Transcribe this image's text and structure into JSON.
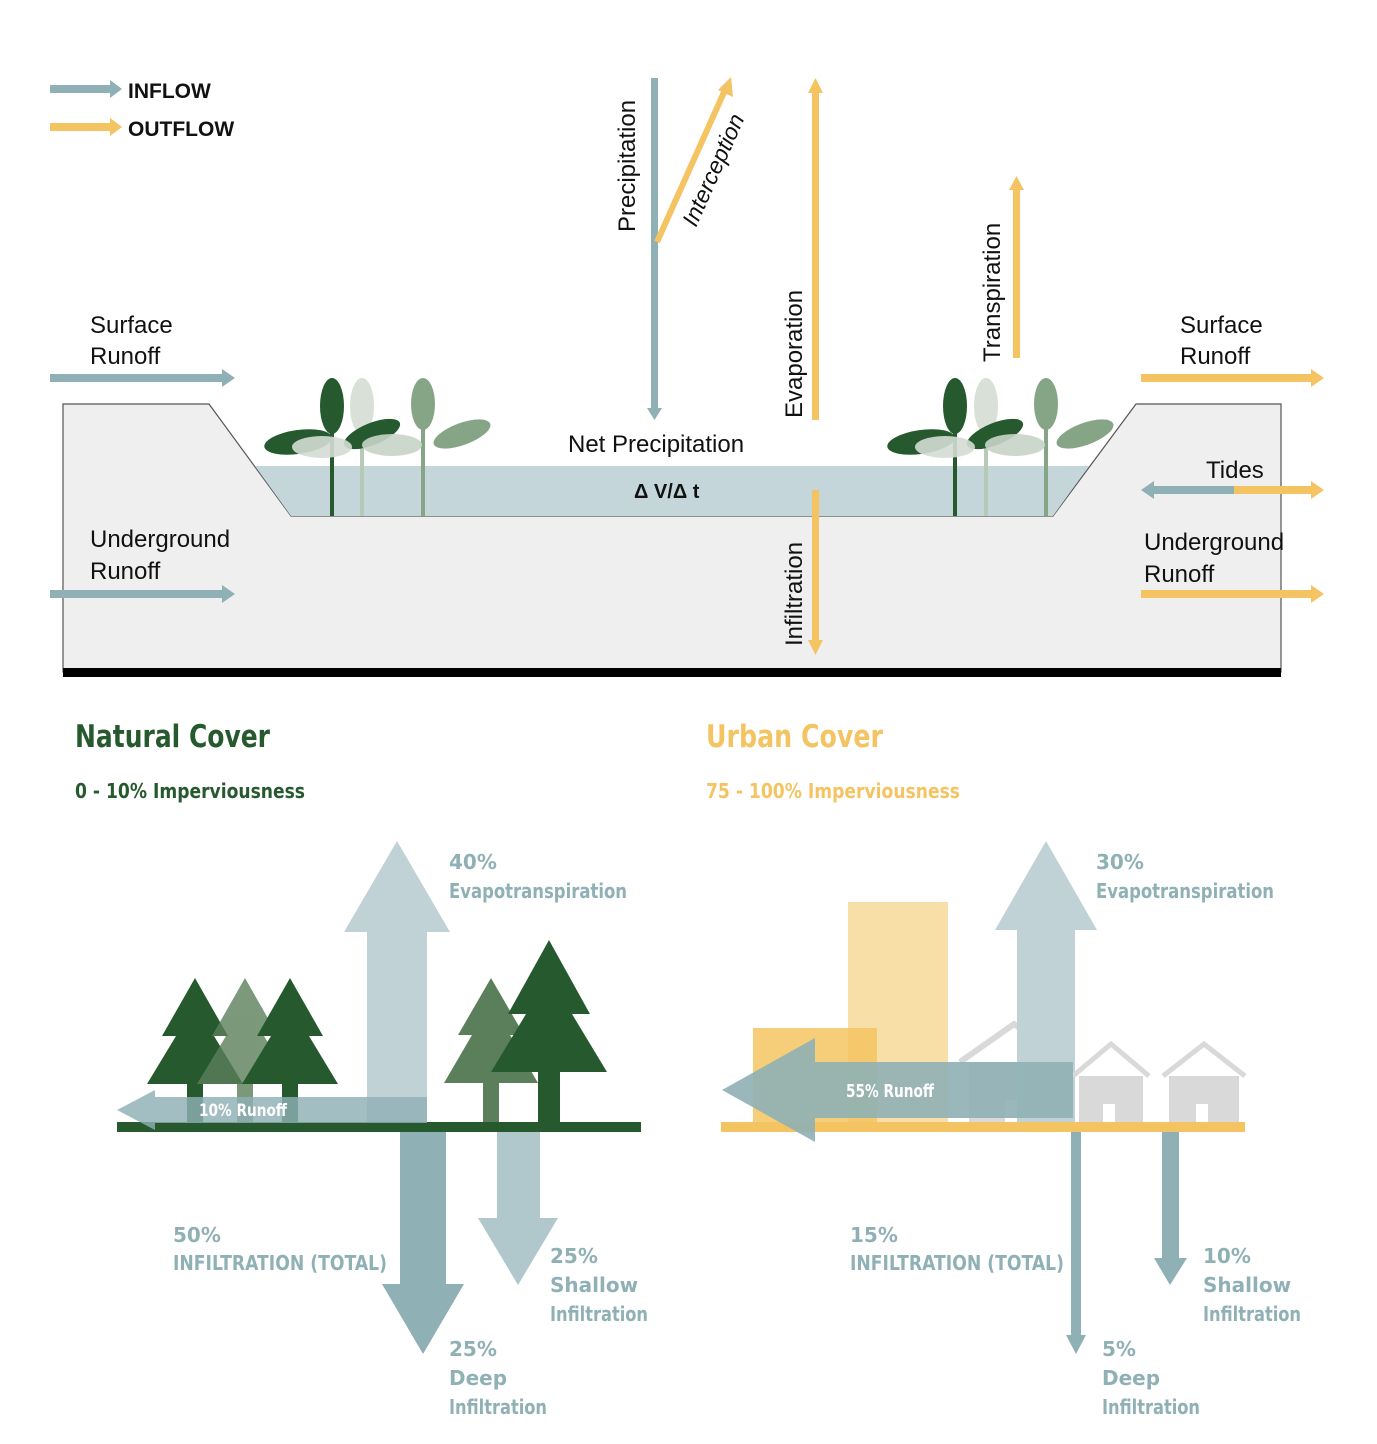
{
  "legend": {
    "inflow": "INFLOW",
    "outflow": "OUTFLOW"
  },
  "colors": {
    "inflow": "#8fb0b5",
    "outflow": "#f4c462",
    "natural": "#265a2e",
    "urban": "#f4c462",
    "ground": "#efefef",
    "water": "#c5d6da"
  },
  "top": {
    "precipitation": "Precipitation",
    "interception": "Interception",
    "evaporation": "Evaporation",
    "transpiration": "Transpiration",
    "net_precipitation": "Net Precipitation",
    "storage_change": "Δ V/Δ t",
    "infiltration": "Infiltration",
    "tides": "Tides",
    "left_surface_runoff": [
      "Surface",
      "Runoff"
    ],
    "left_underground_runoff": [
      "Underground",
      "Runoff"
    ],
    "right_surface_runoff": [
      "Surface",
      "Runoff"
    ],
    "right_underground_runoff": [
      "Underground",
      "Runoff"
    ]
  },
  "natural": {
    "title": "Natural Cover",
    "subtitle": "0 - 10% Imperviousness",
    "evapotranspiration": [
      "40%",
      "Evapotranspiration"
    ],
    "runoff": "10% Runoff",
    "infiltration_total": [
      "50%",
      "INFILTRATION (TOTAL)"
    ],
    "shallow": [
      "25%",
      "Shallow",
      "Infiltration"
    ],
    "deep": [
      "25%",
      "Deep",
      "Infiltration"
    ]
  },
  "urban": {
    "title": "Urban Cover",
    "subtitle": "75 - 100% Imperviousness",
    "evapotranspiration": [
      "30%",
      "Evapotranspiration"
    ],
    "runoff": "55% Runoff",
    "infiltration_total": [
      "15%",
      "INFILTRATION (TOTAL)"
    ],
    "shallow": [
      "10%",
      "Shallow",
      "Infiltration"
    ],
    "deep": [
      "5%",
      "Deep",
      "Infiltration"
    ]
  }
}
